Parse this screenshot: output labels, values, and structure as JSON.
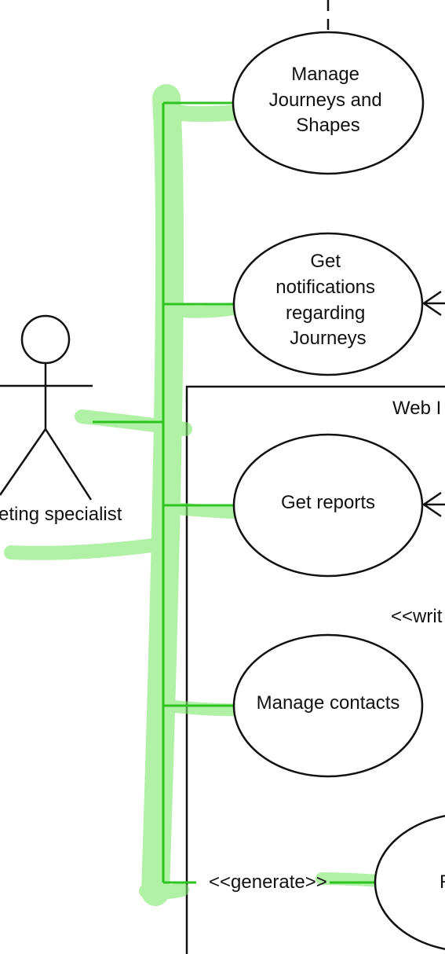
{
  "actor": {
    "label": "eting specialist"
  },
  "boundary": {
    "title": "Web I"
  },
  "use_cases": {
    "manage_journeys": [
      "Manage",
      "Journeys and",
      "Shapes"
    ],
    "get_notifications": [
      "Get",
      "notifications",
      "regarding",
      "Journeys"
    ],
    "get_reports": [
      "Get reports"
    ],
    "manage_contacts": [
      "Manage contacts"
    ],
    "partial": [
      "R"
    ]
  },
  "relations": {
    "write_label": "<<writ",
    "generate_label": "<<generate>>"
  },
  "colors": {
    "line": "#111111",
    "highlight_fill": "#7de86a",
    "highlight_stroke": "#2ec41f"
  }
}
